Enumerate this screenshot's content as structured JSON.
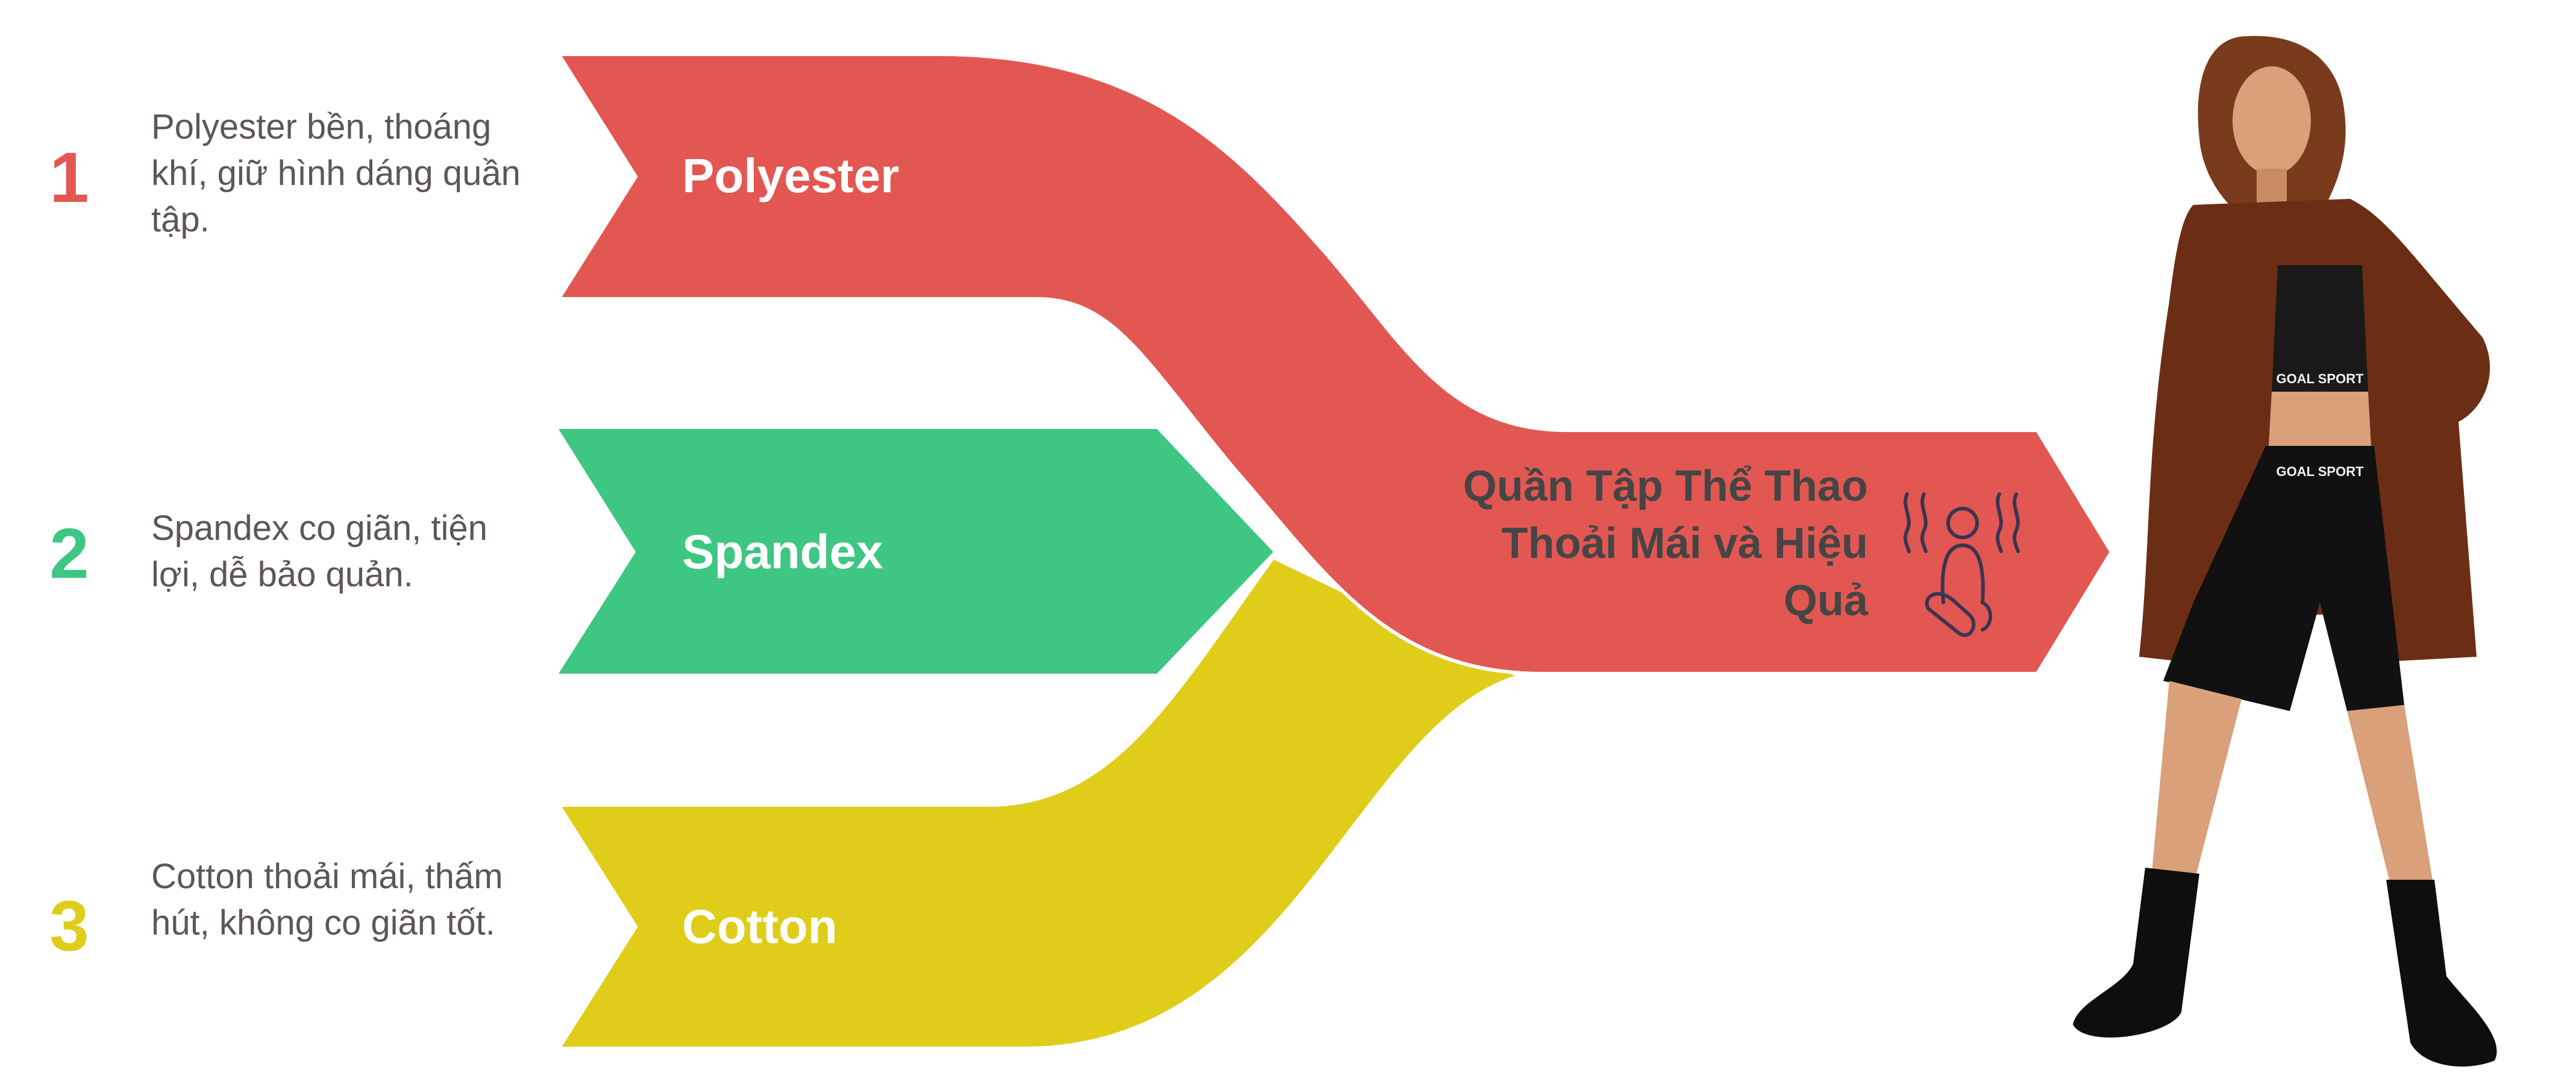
{
  "colors": {
    "polyester": "#E35753",
    "spandex": "#3EC683",
    "cotton": "#DFCD19",
    "text": "#5e5656"
  },
  "items": [
    {
      "number": "1",
      "label": "Polyester",
      "description": "Polyester bền, thoáng khí, giữ hình dáng quần tập."
    },
    {
      "number": "2",
      "label": "Spandex",
      "description": "Spandex co giãn, tiện lợi, dễ bảo quản."
    },
    {
      "number": "3",
      "label": "Cotton",
      "description": "Cotton thoải mái, thấm hút, không co giãn tốt."
    }
  ],
  "outcome": {
    "title": "Quần Tập Thể Thao Thoải Mái và Hiệu Quả",
    "icon": "sauna-person-icon"
  },
  "photo": {
    "brand_text": "GOAL SPORT"
  }
}
